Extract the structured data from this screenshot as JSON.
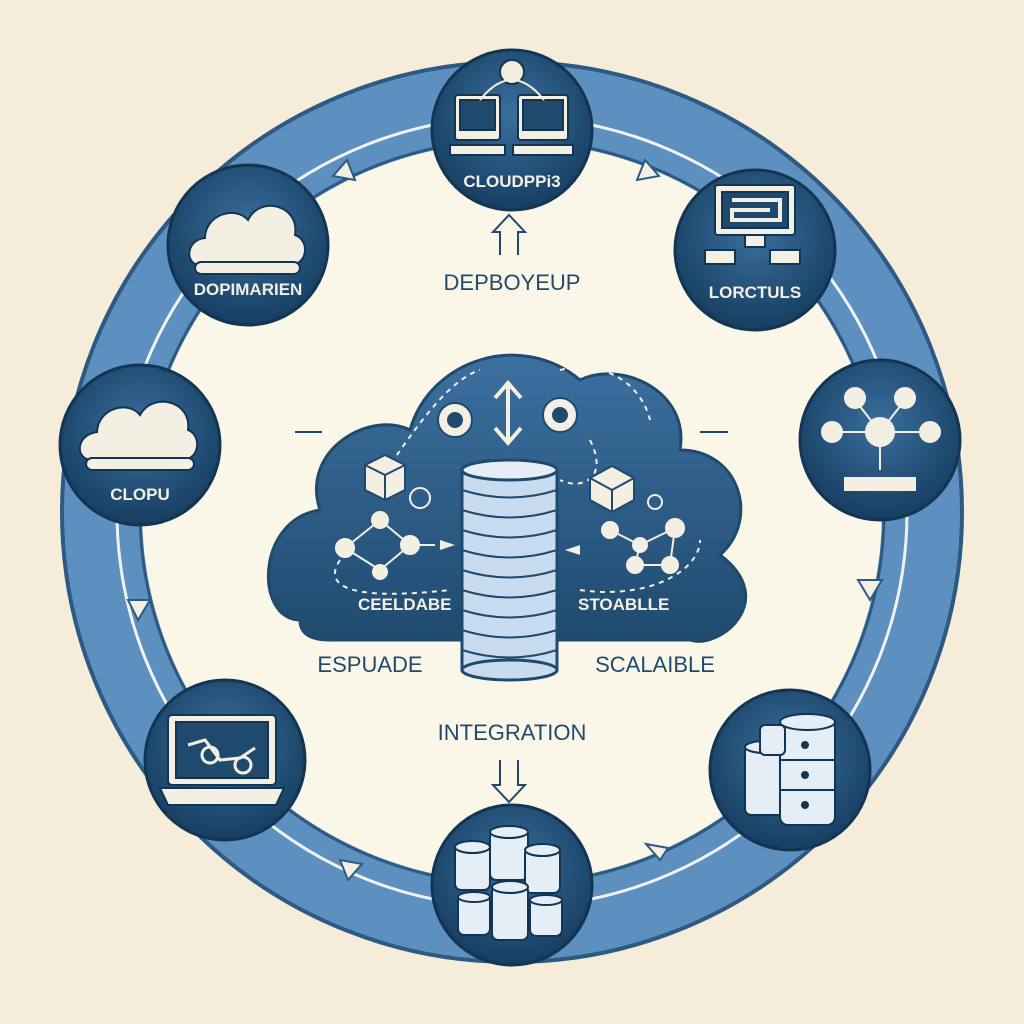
{
  "diagram": {
    "nodes": {
      "top": {
        "label": "CLOUDPPi3",
        "icon": "users-laptops-icon"
      },
      "top_left": {
        "label": "DOPIMARIEN",
        "icon": "cloud-icon"
      },
      "top_right": {
        "label": "LORCTULS",
        "icon": "desktop-computer-icon"
      },
      "left": {
        "label": "CLOPU",
        "icon": "cloud-icon"
      },
      "right": {
        "label": "",
        "icon": "network-nodes-icon"
      },
      "bottom_left": {
        "label": "",
        "icon": "laptop-network-icon"
      },
      "bottom_right": {
        "label": "",
        "icon": "server-stack-icon"
      },
      "bottom": {
        "label": "",
        "icon": "database-cluster-icon"
      }
    },
    "center": {
      "top_label": "DEPBOYEUP",
      "left_label": "ESPUADE",
      "right_label": "SCALAIBLE",
      "bottom_label": "INTEGRATION",
      "cloud_left_label": "CEELDABE",
      "cloud_right_label": "STOABLLE"
    },
    "colors": {
      "background": "#f5ecd9",
      "ring": "#5d8fbf",
      "ring_edge": "#2d5a82",
      "node_fill": "#1f4a6e",
      "inner_fill": "#fbf7e8",
      "cloud_fill": "#2d5f8a",
      "db_fill": "#c9dcef"
    }
  }
}
